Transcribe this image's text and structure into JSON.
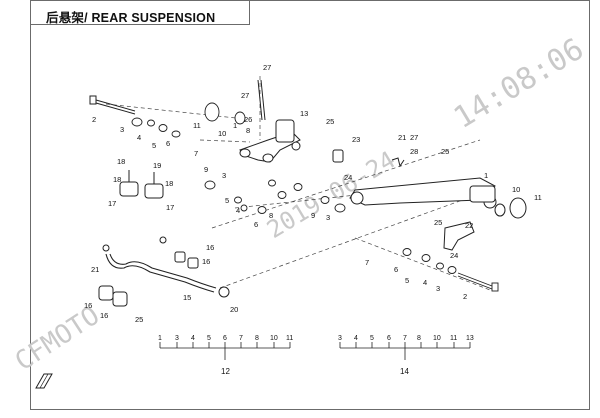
{
  "title": "后悬架/ REAR SUSPENSION",
  "watermark": {
    "time": "14:08:06",
    "brand": "CFMOTO",
    "date": "2019-06-24"
  },
  "callouts": [
    {
      "id": "c1",
      "text": "2"
    },
    {
      "id": "c2",
      "text": "3"
    },
    {
      "id": "c3",
      "text": "4"
    },
    {
      "id": "c4",
      "text": "5"
    },
    {
      "id": "c5",
      "text": "6"
    },
    {
      "id": "c6",
      "text": "11"
    },
    {
      "id": "c7",
      "text": "10"
    },
    {
      "id": "c8",
      "text": "27"
    },
    {
      "id": "c9",
      "text": "27"
    },
    {
      "id": "c10",
      "text": "26"
    },
    {
      "id": "c11",
      "text": "13"
    },
    {
      "id": "c12",
      "text": "25"
    },
    {
      "id": "c13",
      "text": "7"
    },
    {
      "id": "c14",
      "text": "1"
    },
    {
      "id": "c15",
      "text": "8"
    },
    {
      "id": "c16",
      "text": "9"
    },
    {
      "id": "c17",
      "text": "3"
    },
    {
      "id": "c18",
      "text": "23"
    },
    {
      "id": "c19",
      "text": "24"
    },
    {
      "id": "c20",
      "text": "21"
    },
    {
      "id": "c21",
      "text": "27"
    },
    {
      "id": "c22",
      "text": "28"
    },
    {
      "id": "c23",
      "text": "25"
    },
    {
      "id": "c24",
      "text": "1"
    },
    {
      "id": "c25",
      "text": "10"
    },
    {
      "id": "c26",
      "text": "11"
    },
    {
      "id": "c27",
      "text": "18"
    },
    {
      "id": "c28",
      "text": "19"
    },
    {
      "id": "c29",
      "text": "18"
    },
    {
      "id": "c30",
      "text": "18"
    },
    {
      "id": "c31",
      "text": "17"
    },
    {
      "id": "c32",
      "text": "17"
    },
    {
      "id": "c33",
      "text": "5"
    },
    {
      "id": "c34",
      "text": "4"
    },
    {
      "id": "c35",
      "text": "6"
    },
    {
      "id": "c36",
      "text": "8"
    },
    {
      "id": "c37",
      "text": "9"
    },
    {
      "id": "c38",
      "text": "3"
    },
    {
      "id": "c39",
      "text": "22"
    },
    {
      "id": "c40",
      "text": "25"
    },
    {
      "id": "c41",
      "text": "24"
    },
    {
      "id": "c42",
      "text": "16"
    },
    {
      "id": "c43",
      "text": "16"
    },
    {
      "id": "c44",
      "text": "21"
    },
    {
      "id": "c45",
      "text": "15"
    },
    {
      "id": "c46",
      "text": "16"
    },
    {
      "id": "c47",
      "text": "16"
    },
    {
      "id": "c48",
      "text": "20"
    },
    {
      "id": "c49",
      "text": "25"
    },
    {
      "id": "c50",
      "text": "7"
    },
    {
      "id": "c51",
      "text": "6"
    },
    {
      "id": "c52",
      "text": "5"
    },
    {
      "id": "c53",
      "text": "4"
    },
    {
      "id": "c54",
      "text": "3"
    },
    {
      "id": "c55",
      "text": "2"
    }
  ],
  "groups": [
    {
      "label": "12",
      "members": [
        "1",
        "3",
        "4",
        "5",
        "6",
        "7",
        "8",
        "10",
        "11"
      ]
    },
    {
      "label": "14",
      "members": [
        "3",
        "4",
        "5",
        "6",
        "7",
        "8",
        "10",
        "11",
        "13"
      ]
    }
  ]
}
